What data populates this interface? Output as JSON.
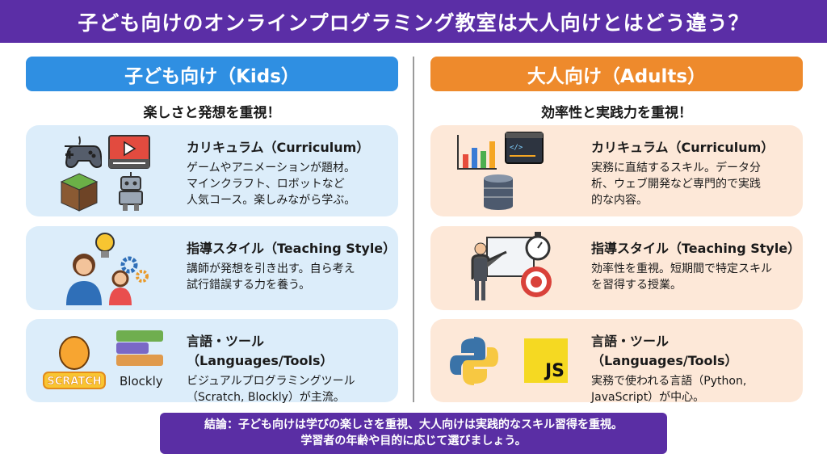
{
  "title": "子ども向けのオンラインプログラミング教室は大人向けとはどう違う？",
  "kids": {
    "header": "子ども向け（Kids）",
    "tagline": "楽しさと発想を重視！",
    "color": "#2f8fe2",
    "cards": [
      {
        "title": "カリキュラム（Curriculum）",
        "lines": [
          "ゲームやアニメーションが題材。",
          "マインクラフト、ロボットなど",
          "人気コース。楽しみながら学ぶ。"
        ],
        "icons": [
          "game-controller",
          "video-player",
          "minecraft-block",
          "robot"
        ]
      },
      {
        "title": "指導スタイル（Teaching Style）",
        "lines": [
          "講師が発想を引き出す。自ら考え",
          "試行錯誤する力を養う。"
        ],
        "icons": [
          "teacher",
          "child",
          "lightbulb",
          "gears"
        ]
      },
      {
        "title": "言語・ツール（Languages/Tools）",
        "lines": [
          "ビジュアルプログラミングツール",
          "（Scratch, Blockly）が主流。"
        ],
        "icons": [
          "scratch-logo",
          "blockly-logo"
        ],
        "logo_text": [
          "SCRATCH",
          "Blockly"
        ]
      }
    ]
  },
  "adults": {
    "header": "大人向け（Adults）",
    "tagline": "効率性と実践力を重視！",
    "color": "#ee8a2c",
    "cards": [
      {
        "title": "カリキュラム（Curriculum）",
        "lines": [
          "実務に直結するスキル。データ分",
          "析、ウェブ開発など専門的で実践",
          "的な内容。"
        ],
        "icons": [
          "bar-chart",
          "code-window",
          "database"
        ]
      },
      {
        "title": "指導スタイル（Teaching Style）",
        "lines": [
          "効率性を重視。短期間で特定スキル",
          "を習得する授業。"
        ],
        "icons": [
          "presenter",
          "stopwatch",
          "target"
        ]
      },
      {
        "title": "言語・ツール（Languages/Tools）",
        "lines": [
          "実務で使われる言語（Python,",
          "JavaScript）が中心。"
        ],
        "icons": [
          "python-logo",
          "javascript-logo"
        ],
        "logo_text": [
          "JS"
        ]
      }
    ]
  },
  "conclusion": [
    "結論：子ども向けは学びの楽しさを重視、大人向けは実践的なスキル習得を重視。",
    "学習者の年齢や目的に応じて選びましょう。"
  ]
}
